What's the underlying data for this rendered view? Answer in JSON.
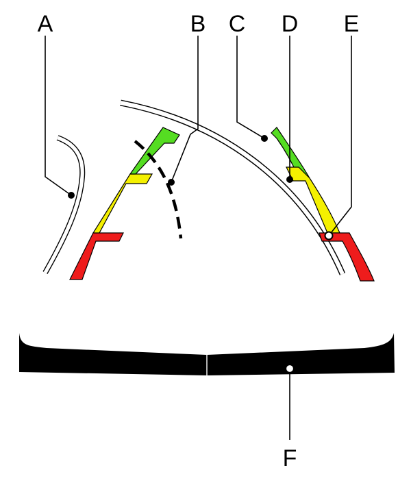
{
  "callouts": {
    "A": "A",
    "B": "B",
    "C": "C",
    "D": "D",
    "E": "E",
    "F": "F"
  },
  "colors": {
    "near_zone": "#ee1c1c",
    "middle_zone": "#f4f000",
    "far_zone": "#55dd22",
    "outline": "#000000",
    "bumper": "#000000",
    "background": "#ffffff"
  },
  "icons": {
    "bumper": "rear-bumper-silhouette",
    "guide_dashed": "predicted-course-dashed-line"
  }
}
